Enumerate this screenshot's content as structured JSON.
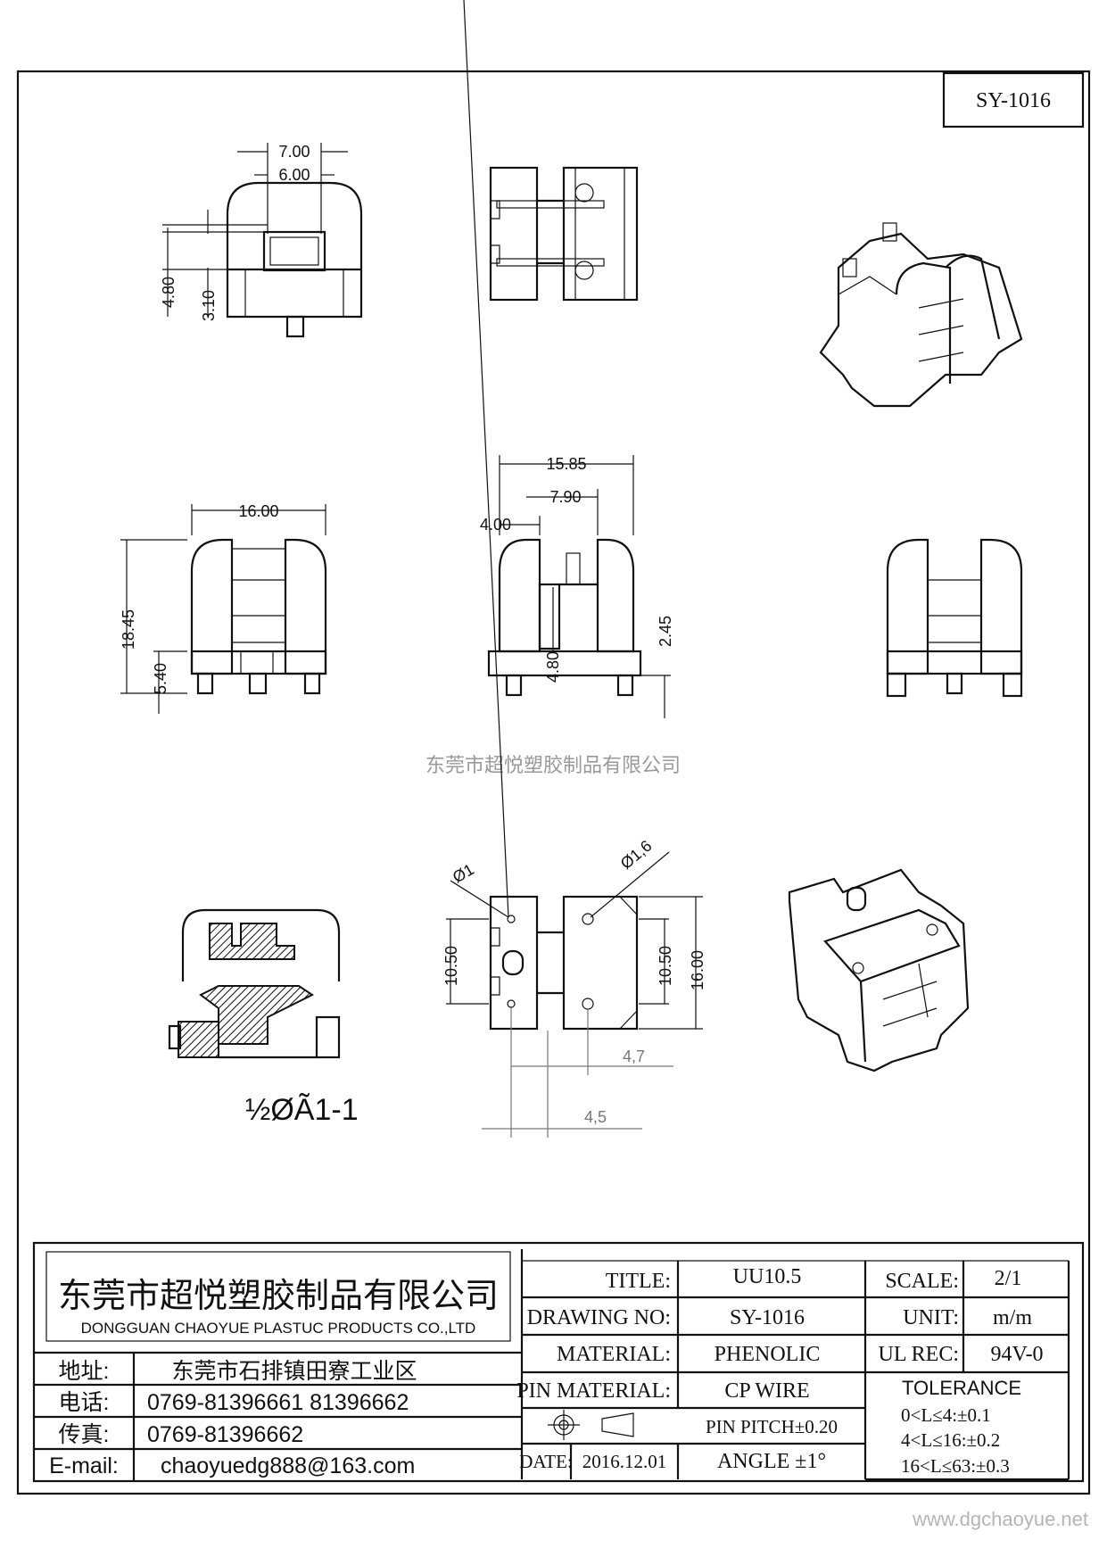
{
  "drawing_code": "SY-1016",
  "watermark_text": "东莞市超悦塑胶制品有限公司",
  "website": "www.dgchaoyue.net",
  "section_label": "½ØÃ1-1",
  "dims": {
    "top_w1": "7.00",
    "top_w2": "6.00",
    "top_h1": "4.80",
    "top_h2": "3.10",
    "front_w": "16.00",
    "front_h": "18.45",
    "front_h2": "5.40",
    "side_w": "15.85",
    "side_w2": "7.90",
    "side_w3": "4.00",
    "side_h": "4.80",
    "side_h2": "2.45",
    "hole1": "Ø1",
    "hole2": "Ø1,6",
    "bot_h_left": "10.50",
    "bot_h_right": "10.50",
    "bot_h_total": "16.00",
    "bot_w1": "4,7",
    "bot_w2": "4,5"
  },
  "title_block": {
    "company_cn": "东莞市超悦塑胶制品有限公司",
    "company_en": "DONGGUAN CHAOYUE PLASTUC PRODUCTS CO.,LTD",
    "address_label": "地址:",
    "address_value": "东莞市石排镇田寮工业区",
    "phone_label": "电话:",
    "phone_value": "0769-81396661 81396662",
    "fax_label": "传真:",
    "fax_value": "0769-81396662",
    "email_label": "E-mail:",
    "email_value": "chaoyuedg888@163.com",
    "title_label": "TITLE:",
    "title_value": "UU10.5",
    "drawing_no_label": "DRAWING NO:",
    "drawing_no_value": "SY-1016",
    "material_label": "MATERIAL:",
    "material_value": "PHENOLIC",
    "pin_material_label": "PIN MATERIAL:",
    "pin_material_value": "CP WIRE",
    "pin_pitch": "PIN PITCH±0.20",
    "date_label": "DATE:",
    "date_value": "2016.12.01",
    "angle": "ANGLE ±1°",
    "scale_label": "SCALE:",
    "scale_value": "2/1",
    "unit_label": "UNIT:",
    "unit_value": "m/m",
    "ul_label": "UL REC:",
    "ul_value": "94V-0",
    "tolerance_label": "TOLERANCE",
    "tol1": "0<L≤4:±0.1",
    "tol2": "4<L≤16:±0.2",
    "tol3": "16<L≤63:±0.3"
  }
}
